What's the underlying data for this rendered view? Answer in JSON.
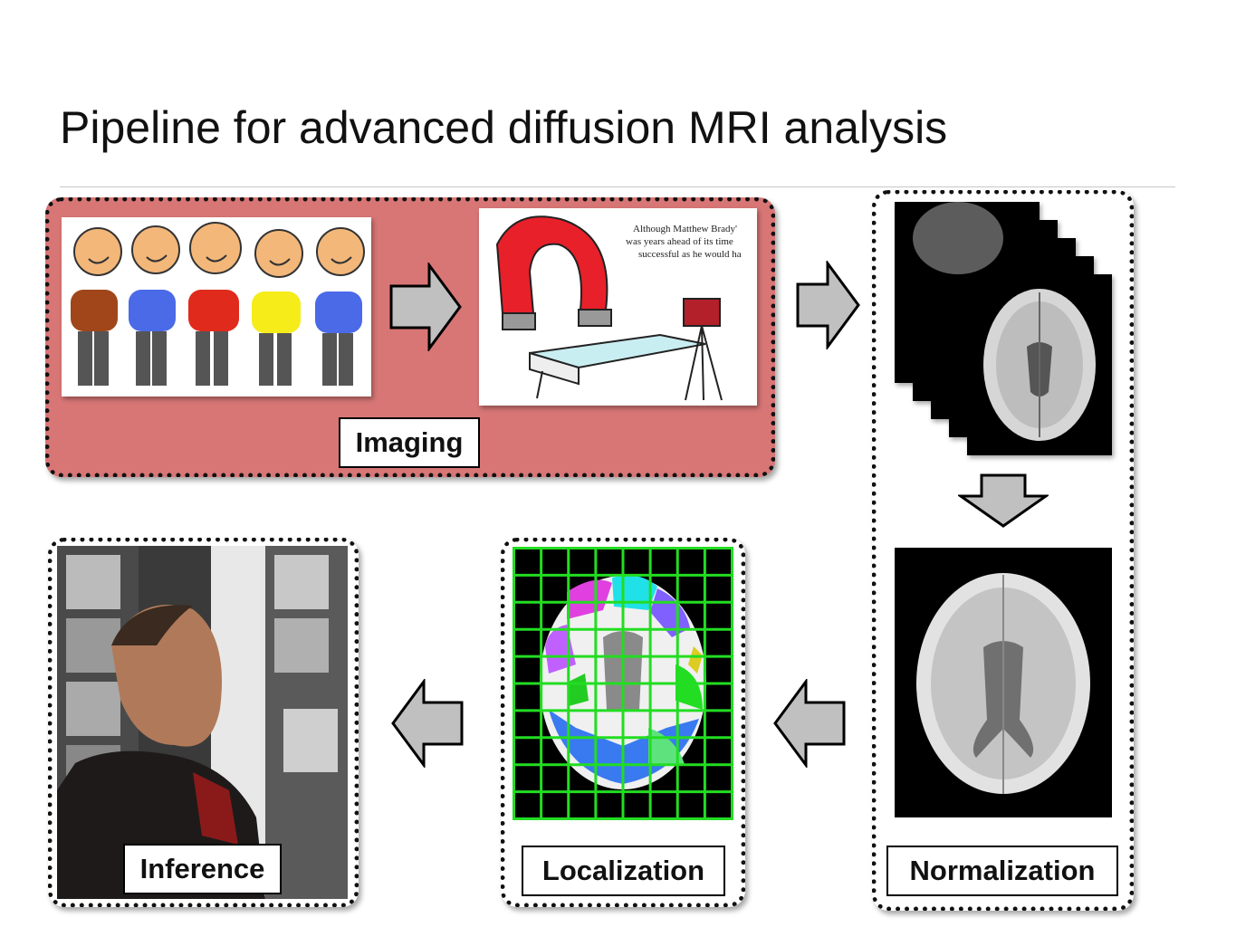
{
  "title": "Pipeline for advanced diffusion MRI analysis",
  "stages": {
    "imaging": "Imaging",
    "normalization": "Normalization",
    "localization": "Localization",
    "inference": "Inference"
  },
  "cartoon_text": {
    "line1": "Although Matthew Brady'",
    "line2": "was years ahead of its time",
    "line3": "successful as he would ha"
  },
  "colors": {
    "imaging_panel": "#d87676",
    "arrow_fill": "#c0c0c0",
    "grid": "#22dd22"
  }
}
